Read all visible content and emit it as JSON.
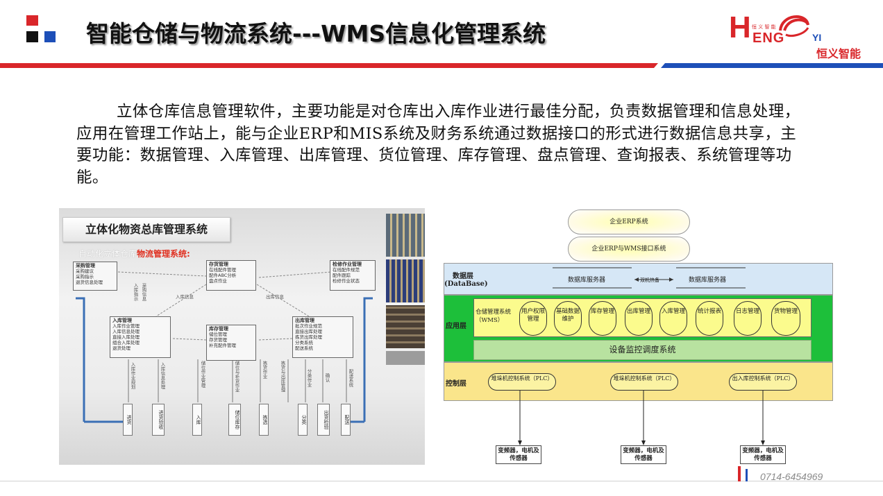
{
  "header": {
    "title": "智能仓储与物流系统---WMS信息化管理系统",
    "brand": {
      "h": "H",
      "eng": "ENG",
      "yi": "YI",
      "small": "恒 义 智 能",
      "name": "恒义智能"
    },
    "colors": {
      "red": "#d9262a",
      "blue": "#1d4fb8"
    }
  },
  "intro": "立体仓库信息管理软件，主要功能是对仓库出入库作业进行最佳分配，负责数据管理和信息处理，应用在管理工作站上，能与企业ERP和MIS系统及财务系统通过数据接口的形式进行数据信息共享，主要功能：数据管理、入库管理、出库管理、货位管理、库存管理、盘点管理、查询报表、系统管理等功能。",
  "left_panel": {
    "title": "立体化物资总库管理系统",
    "subtitle_plain": "自动化立体仓库",
    "subtitle_red": "物流管理系统:",
    "boxes": [
      {
        "head": "采购管理",
        "lines": [
          "采购建议",
          "采购指示",
          "退货信息处理"
        ]
      },
      {
        "head": "存货管理",
        "lines": [
          "在线配件管理",
          "配件ABC分析",
          "盘点作业"
        ]
      },
      {
        "head": "检修作业管理",
        "lines": [
          "在线配件规范",
          "配件跟踪",
          "检修作业状态"
        ]
      },
      {
        "head": "入库管理",
        "lines": [
          "入库作业管理",
          "入库信息处理",
          "直接入库处理",
          "组合入库处理",
          "退货处理"
        ]
      },
      {
        "head": "库存管理",
        "lines": [
          "储位管理",
          "存货管理",
          "补充配件管理"
        ]
      },
      {
        "head": "出库管理",
        "lines": [
          "批次作业规范",
          "直接出库处理",
          "拣货出库处理",
          "分类系统",
          "配送系统"
        ]
      }
    ],
    "arrow_labels": [
      "入库信息",
      "出库信息",
      "入库指示",
      "采购信息",
      "入库作业规划",
      "入库信息处理",
      "储位作业管理",
      "储位与补货作业",
      "拣货作业",
      "拣货与出库管理",
      "分类作业",
      "确认",
      "配送系统"
    ],
    "bottom_boxes": [
      "进货",
      "进货验收",
      "入库",
      "储位库存",
      "拣选",
      "分类",
      "出货检验",
      "配送"
    ]
  },
  "right_diagram": {
    "erp": "企业ERP系统",
    "interface": "企业ERP与WMS接口系统",
    "data_layer": {
      "label": "数据层",
      "label_en": "(DataBase)",
      "server": "数据库服务器",
      "hot_standby": "双机热备"
    },
    "app_layer": {
      "label": "应用层",
      "wms": "仓储管理系统（WMS）",
      "modules": [
        "用户权限管理",
        "基础数据维护",
        "库存管理",
        "出库管理",
        "入库管理",
        "统计报表",
        "日志管理",
        "货物管理"
      ],
      "monitor": "设备监控调度系统"
    },
    "control_layer": {
      "label": "控制层",
      "plcs": [
        "堆垛机控制系统（PLC）",
        "堆垛机控制系统（PLC）",
        "出入库控制系统（PLC）"
      ]
    },
    "devices": [
      "变频器，电机及传感器",
      "变频器，电机及传感器",
      "变频器，电机及传感器"
    ],
    "colors": {
      "data_bg": "#d6e7f6",
      "app_bg": "#1dbf3a",
      "module_bg": "#fbfb8d",
      "control_bg": "#fae58b"
    }
  },
  "footer": {
    "phone": "0714-6454969"
  }
}
